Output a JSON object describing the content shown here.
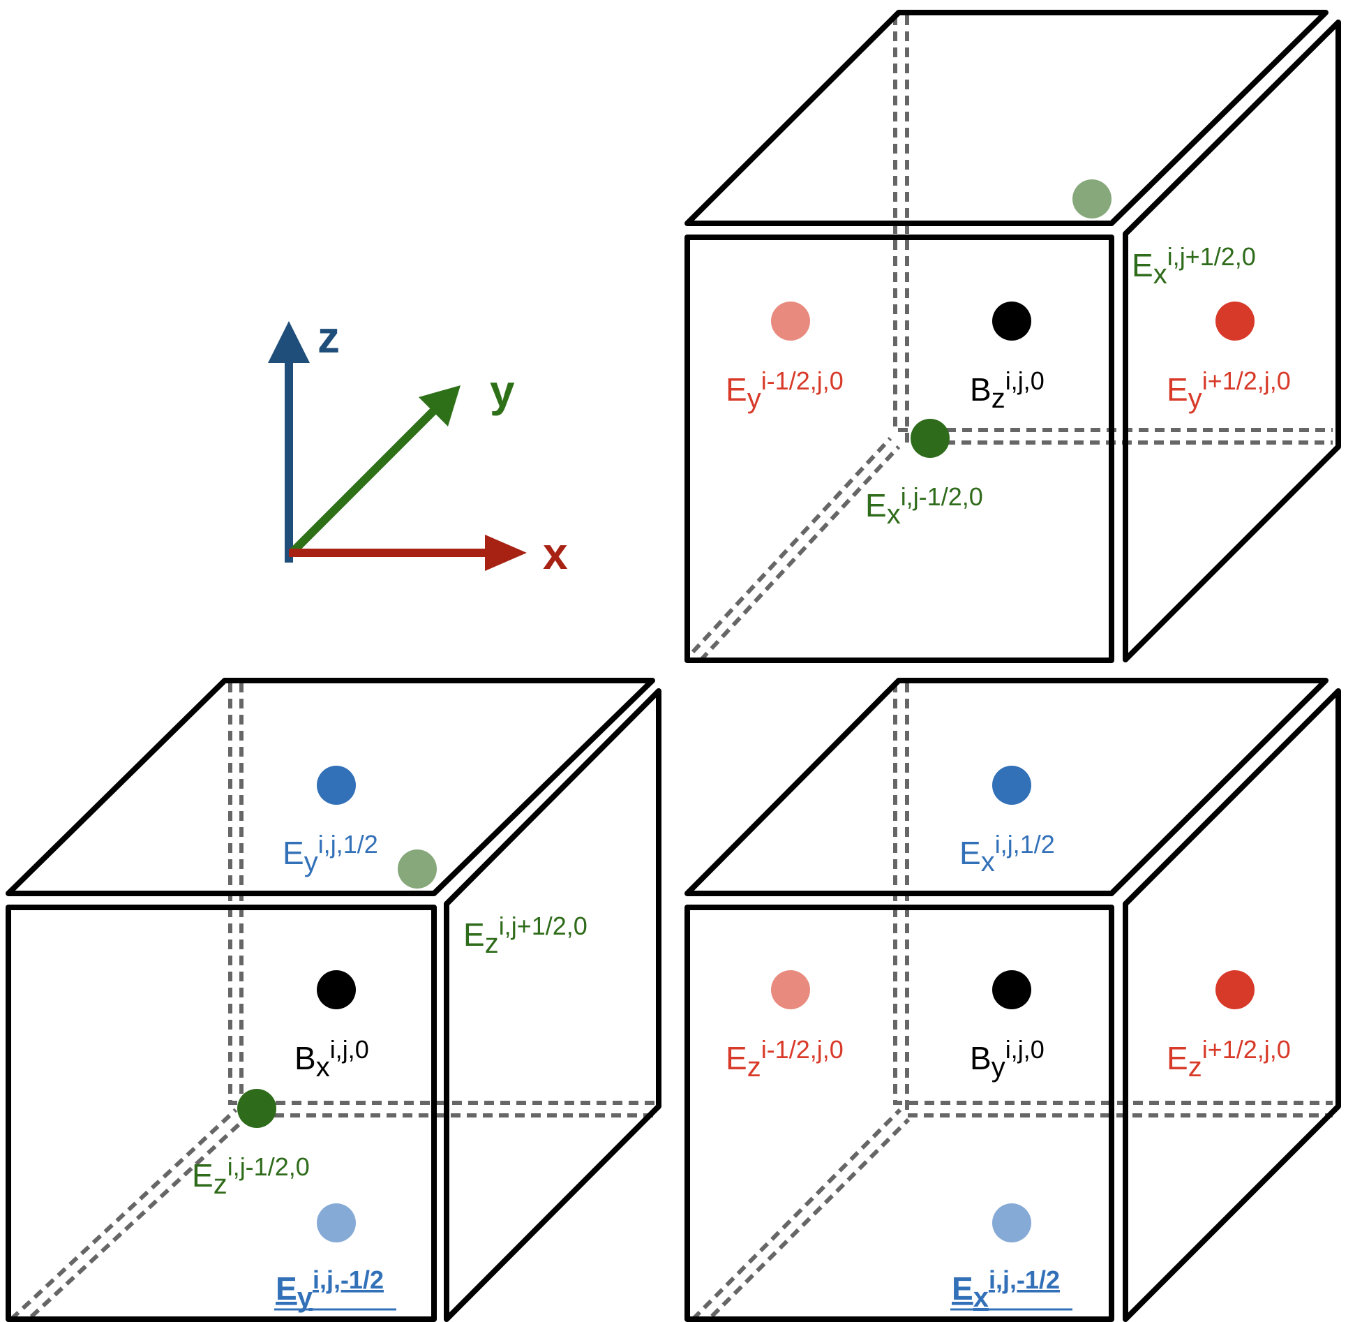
{
  "colors": {
    "axis_z": "#1f4e7a",
    "axis_y": "#2e7018",
    "axis_x": "#a82214",
    "red": "#d83a29",
    "red_light": "#e88a7e",
    "green": "#2e6b1a",
    "green_light": "#86a87a",
    "blue": "#3270b8",
    "blue_light": "#86aad6",
    "black": "#000000",
    "dashed": "#666666"
  },
  "axes": {
    "z": "z",
    "y": "y",
    "x": "x"
  },
  "cubes": {
    "top": {
      "ex_top": {
        "main": "E",
        "sub": "x",
        "sup": "i,j+1/2,0"
      },
      "ey_left": {
        "main": "E",
        "sub": "y",
        "sup": "i-1/2,j,0"
      },
      "bz": {
        "main": "B",
        "sub": "z",
        "sup": "i,j,0"
      },
      "ey_right": {
        "main": "E",
        "sub": "y",
        "sup": "i+1/2,j,0"
      },
      "ex_bottom": {
        "main": "E",
        "sub": "x",
        "sup": "i,j-1/2,0"
      }
    },
    "bottom_left": {
      "ey_top": {
        "main": "E",
        "sub": "y",
        "sup": "i,j,1/2"
      },
      "ez_right": {
        "main": "E",
        "sub": "z",
        "sup": "i,j+1/2,0"
      },
      "bx": {
        "main": "B",
        "sub": "x",
        "sup": "i,j,0"
      },
      "ez_left": {
        "main": "E",
        "sub": "z",
        "sup": "i,j-1/2,0"
      },
      "ey_bottom": {
        "main": "E",
        "sub": "y",
        "sup": "i,j,-1/2"
      }
    },
    "bottom_right": {
      "ex_top": {
        "main": "E",
        "sub": "x",
        "sup": "i,j,1/2"
      },
      "ez_left": {
        "main": "E",
        "sub": "z",
        "sup": "i-1/2,j,0"
      },
      "by": {
        "main": "B",
        "sub": "y",
        "sup": "i,j,0"
      },
      "ez_right": {
        "main": "E",
        "sub": "z",
        "sup": "i+1/2,j,0"
      },
      "ex_bottom": {
        "main": "E",
        "sub": "x",
        "sup": "i,j,-1/2"
      }
    }
  }
}
